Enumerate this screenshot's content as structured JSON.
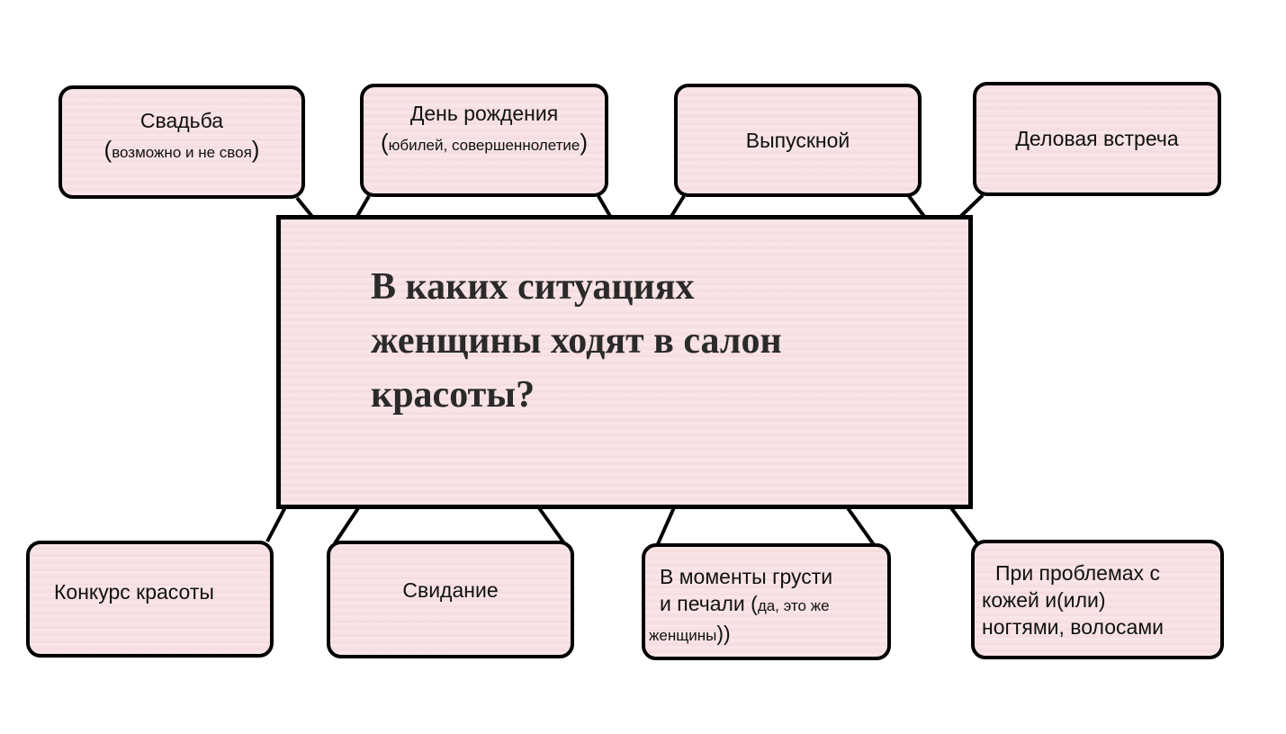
{
  "center": {
    "lines": [
      "В каких ситуациях",
      "женщины ходят в салон",
      "красоты?"
    ]
  },
  "boxes": {
    "wedding": {
      "title": "Свадьба",
      "note": "возможно и не своя"
    },
    "birthday": {
      "title": "День рождения",
      "note": "юбилей, совершеннолетие"
    },
    "graduation": {
      "title": "Выпускной"
    },
    "business": {
      "title": "Деловая встреча"
    },
    "contest": {
      "title": "Конкурс красоты"
    },
    "date": {
      "title": "Свидание"
    },
    "sadness": {
      "line1": "В моменты грусти",
      "line2": "и печали (",
      "note1": "да, это  же",
      "note2": "женщины",
      "close": "))"
    },
    "problems": {
      "lines": [
        "При проблемах с",
        "кожей и(или)",
        "ногтями, волосами"
      ]
    }
  },
  "colors": {
    "fill": "#f7e1e3",
    "border": "#000000"
  }
}
